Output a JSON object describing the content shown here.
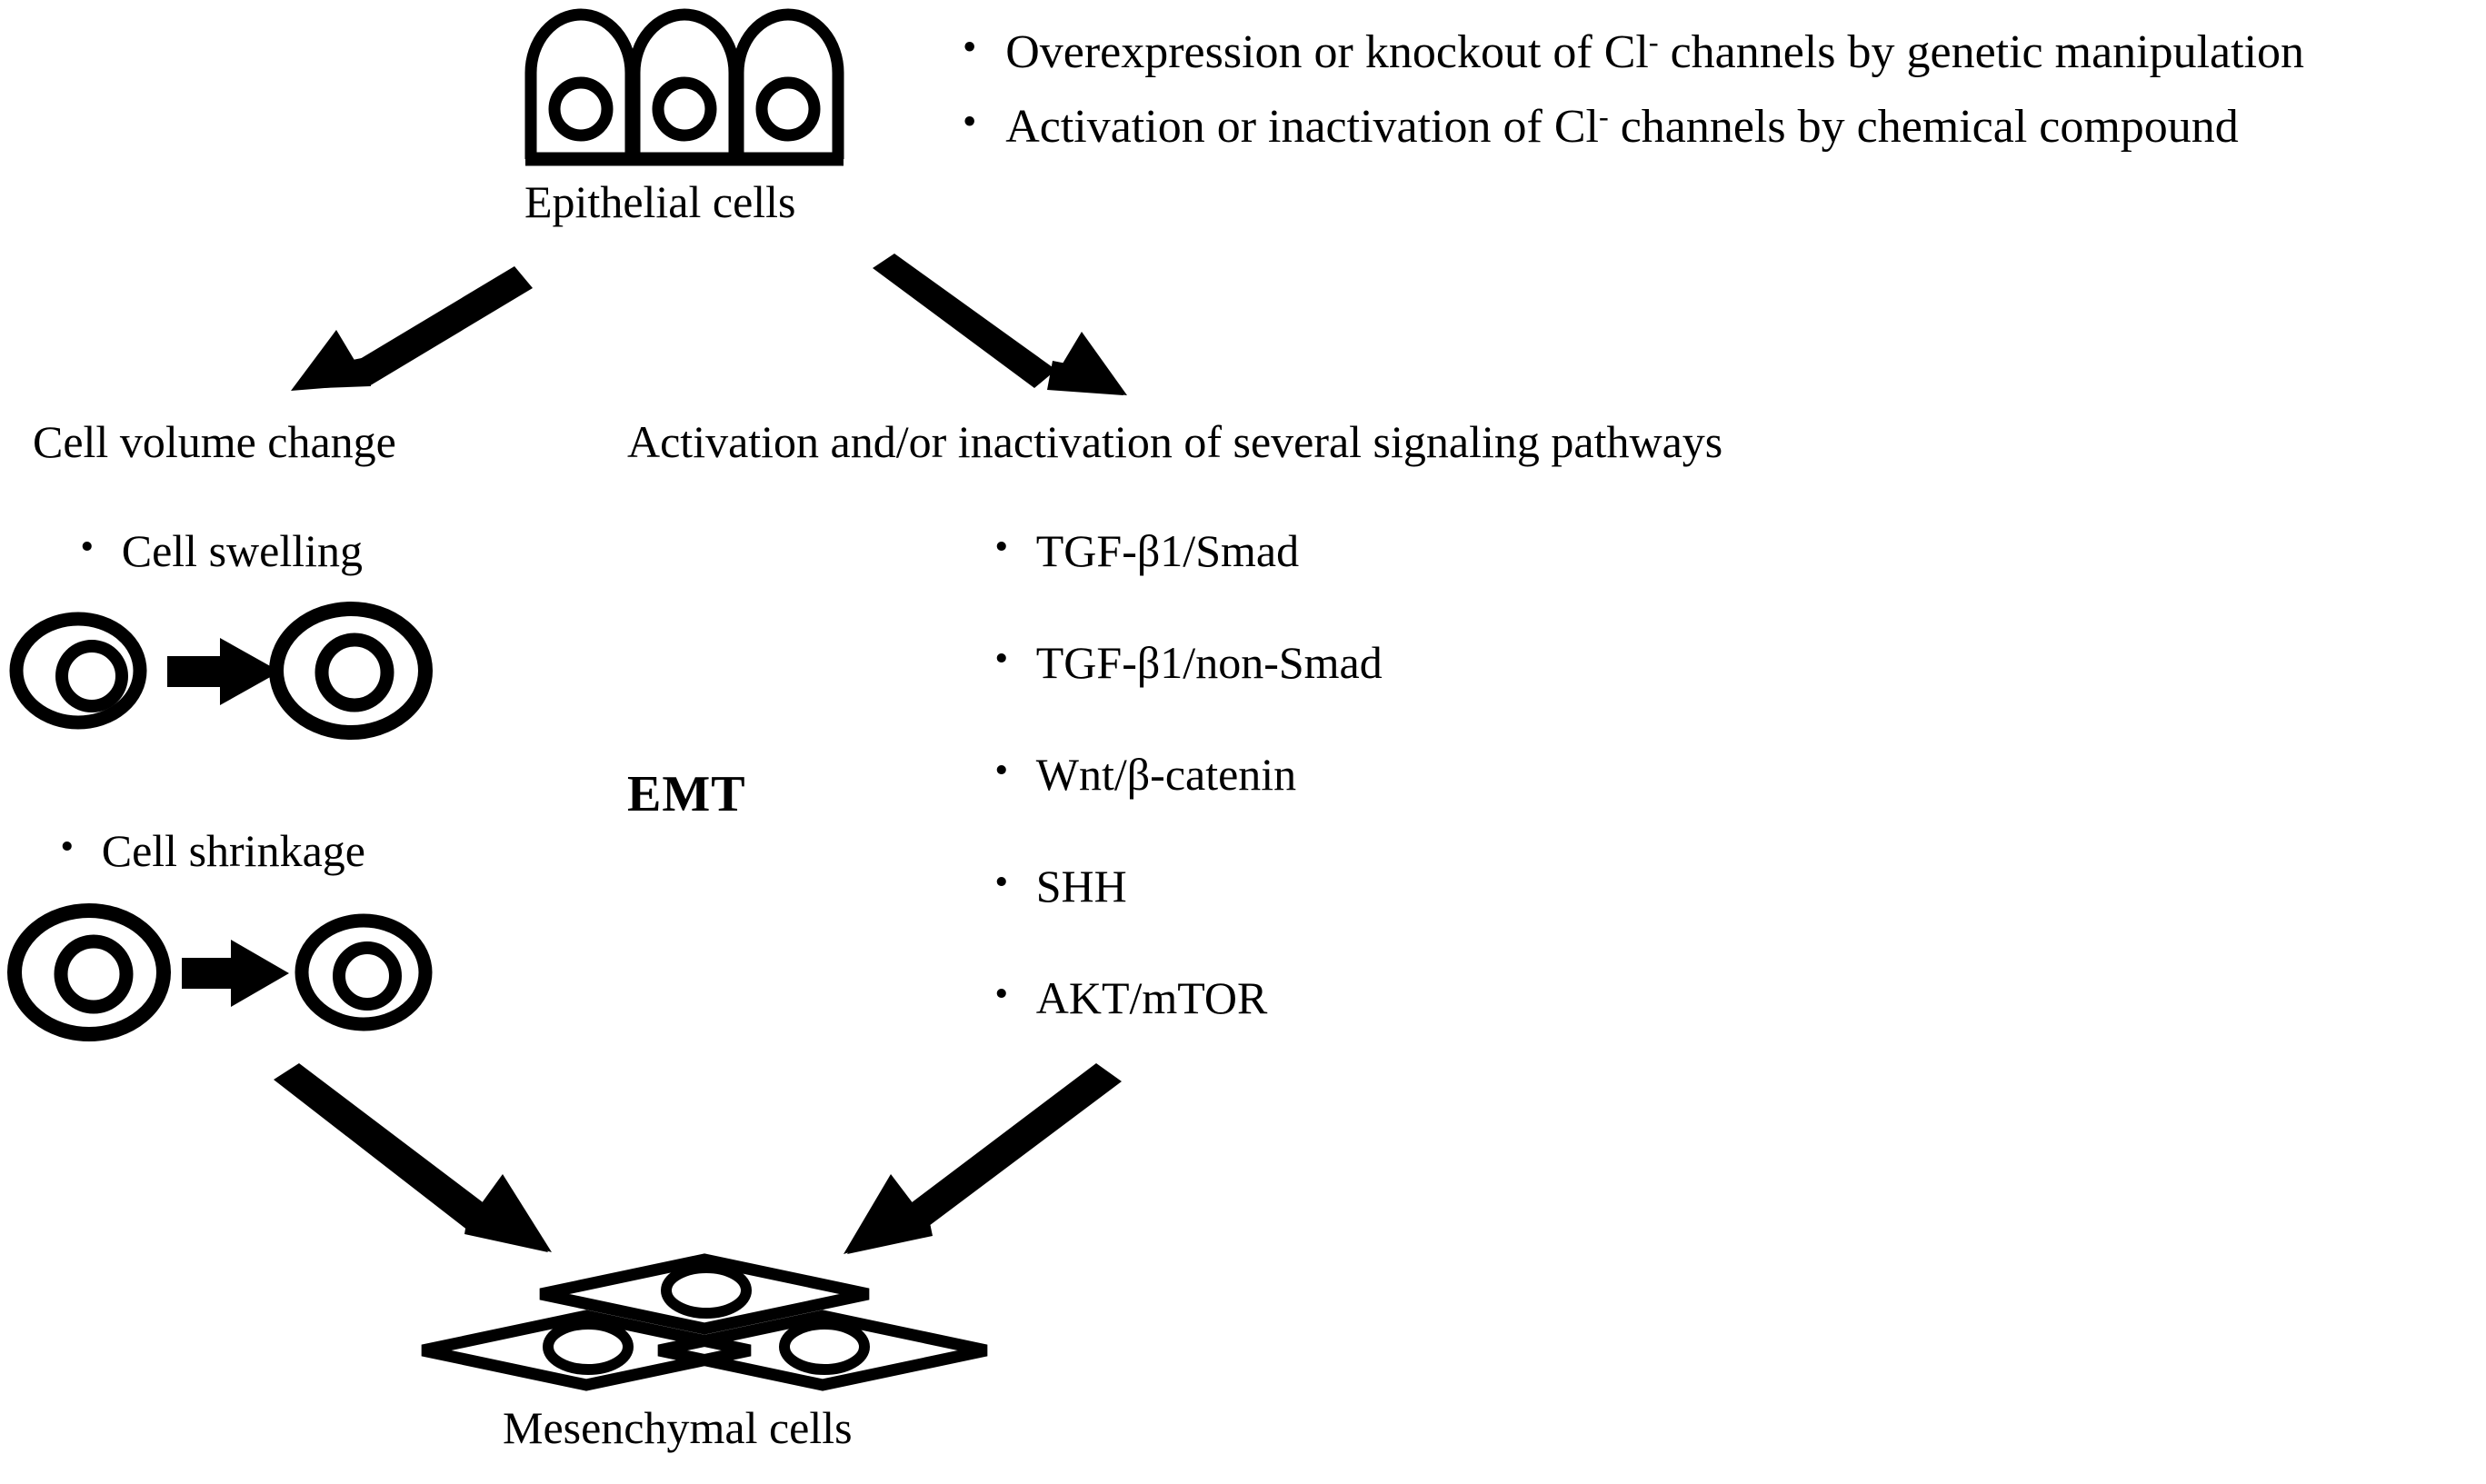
{
  "figure": {
    "title_concept": "EMT",
    "stroke_color": "#000000",
    "background_color": "#ffffff"
  },
  "top": {
    "epithelial_label": "Epithelial cells",
    "manipulations": [
      {
        "bullet": "・",
        "prefix": "Overexpression or knockout of Cl",
        "charge": "-",
        "suffix": " channels by genetic manipulation"
      },
      {
        "bullet": "・",
        "prefix": "Activation or inactivation of Cl",
        "charge": "-",
        "suffix": " channels by chemical compound"
      }
    ]
  },
  "left_branch": {
    "heading": "Cell volume change",
    "items": [
      {
        "bullet": "・",
        "label": "Cell swelling",
        "transition": "small-to-large"
      },
      {
        "bullet": "・",
        "label": "Cell shrinkage",
        "transition": "large-to-small"
      }
    ]
  },
  "right_branch": {
    "heading": "Activation and/or inactivation of several signaling pathways",
    "pathways": [
      {
        "bullet": "・",
        "label": "TGF-β1/Smad"
      },
      {
        "bullet": "・",
        "label": "TGF-β1/non-Smad"
      },
      {
        "bullet": "・",
        "label": "Wnt/β-catenin"
      },
      {
        "bullet": "・",
        "label": "SHH"
      },
      {
        "bullet": "・",
        "label": "AKT/mTOR"
      }
    ]
  },
  "center": {
    "emt_label": "EMT"
  },
  "bottom": {
    "mesenchymal_label": "Mesenchymal cells"
  },
  "icons": {
    "epithelial_cells": "epithelial-cells-icon",
    "mesenchymal_cells": "mesenchymal-cells-icon",
    "cell_small": "cell-circle-small-icon",
    "cell_large": "cell-circle-large-icon",
    "transition_arrow": "right-arrow-icon",
    "branch_arrow": "diagonal-arrow-icon"
  }
}
